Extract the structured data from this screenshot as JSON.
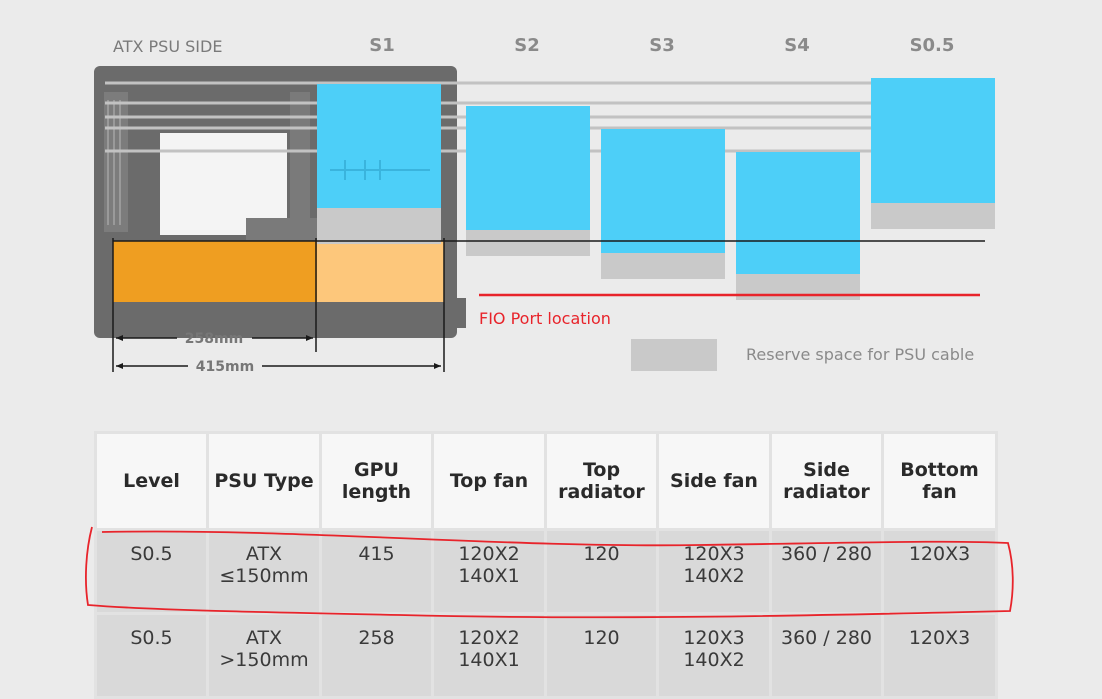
{
  "header": {
    "side_label": "ATX PSU SIDE",
    "levels": [
      "S1",
      "S2",
      "S3",
      "S4",
      "S0.5"
    ]
  },
  "dimensions": {
    "short": "258mm",
    "long": "415mm"
  },
  "legend": {
    "fio": "FIO Port location",
    "reserve": "Reserve space for PSU cable"
  },
  "table": {
    "headers": [
      [
        "Level",
        ""
      ],
      [
        "PSU Type",
        ""
      ],
      [
        "GPU",
        "length"
      ],
      [
        "Top fan",
        ""
      ],
      [
        "Top",
        "radiator"
      ],
      [
        "Side fan",
        ""
      ],
      [
        "Side",
        "radiator"
      ],
      [
        "Bottom",
        "fan"
      ]
    ],
    "rows": [
      [
        [
          "S0.5",
          ""
        ],
        [
          "ATX",
          "≤150mm"
        ],
        [
          "415",
          ""
        ],
        [
          "120X2",
          "140X1"
        ],
        [
          "120",
          ""
        ],
        [
          "120X3",
          "140X2"
        ],
        [
          "360 / 280",
          ""
        ],
        [
          "120X3",
          ""
        ]
      ],
      [
        [
          "S0.5",
          ""
        ],
        [
          "ATX",
          ">150mm"
        ],
        [
          "258",
          ""
        ],
        [
          "120X2",
          "140X1"
        ],
        [
          "120",
          ""
        ],
        [
          "120X3",
          "140X2"
        ],
        [
          "360 / 280",
          ""
        ],
        [
          "120X3",
          ""
        ]
      ]
    ]
  },
  "colors": {
    "gpu_blue": "#4dcff8",
    "psu_orange": "#ef9e21",
    "psu_light": "#fdc77b",
    "reserve_gray": "#c9c9c9",
    "fio_red": "#e8242b",
    "case_gray": "#6b6b6b",
    "annotation_red": "#e8242b"
  }
}
